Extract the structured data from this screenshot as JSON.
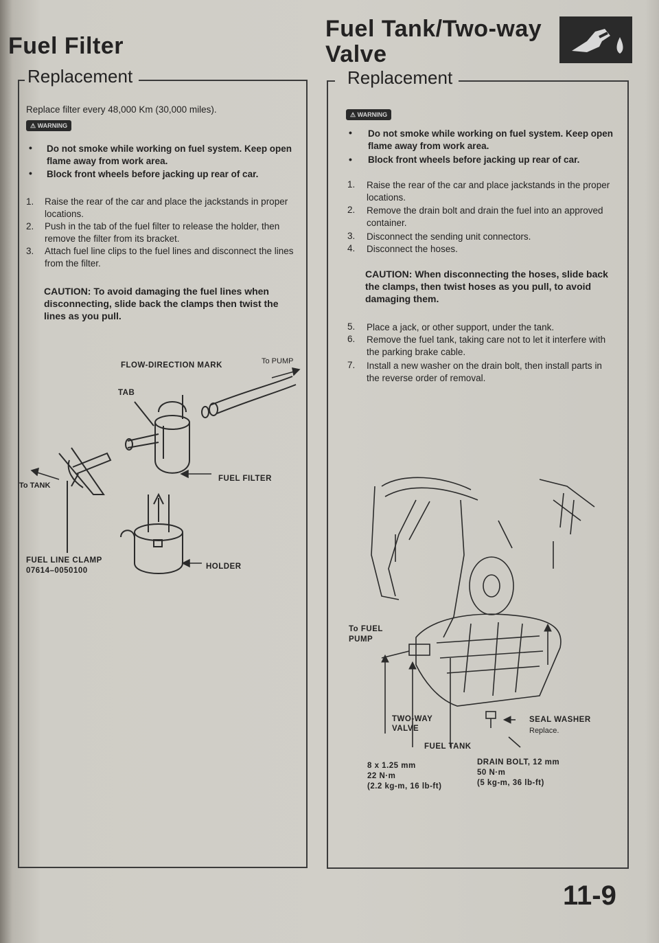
{
  "page_number": "11-9",
  "left": {
    "title": "Fuel Filter",
    "heading": "Replacement",
    "interval": "Replace filter every 48,000 Km (30,000 miles).",
    "warning_label": "WARNING",
    "warnings": [
      "Do not smoke while working on fuel system. Keep open flame away from work area.",
      "Block front wheels before jacking up rear of car."
    ],
    "steps": [
      {
        "n": "1.",
        "text": "Raise the rear of the car and place the jackstands in proper locations."
      },
      {
        "n": "2.",
        "text": "Push in the tab of the fuel filter to release the holder, then remove the filter from its bracket."
      },
      {
        "n": "3.",
        "text": "Attach fuel line clips to the fuel lines and disconnect the lines from the filter."
      }
    ],
    "caution": "CAUTION: To avoid damaging the fuel lines when disconnecting, slide back the clamps then twist the lines as you pull.",
    "diagram": {
      "flow_mark": "FLOW-DIRECTION MARK",
      "to_pump": "To PUMP",
      "tab": "TAB",
      "fuel_filter": "FUEL FILTER",
      "to_tank": "To TANK",
      "clamp": "FUEL LINE CLAMP",
      "clamp_part": "07614–0050100",
      "holder": "HOLDER"
    }
  },
  "right": {
    "title_line1": "Fuel Tank/Two-way",
    "title_line2": "Valve",
    "heading": "Replacement",
    "warning_label": "WARNING",
    "warnings": [
      "Do not smoke while working on fuel system. Keep open flame away from work area.",
      "Block front wheels before jacking up rear of car."
    ],
    "steps": [
      {
        "n": "1.",
        "text": "Raise the rear of the car and place jackstands in the proper locations."
      },
      {
        "n": "2.",
        "text": "Remove the drain bolt and drain the fuel into an approved container."
      },
      {
        "n": "3.",
        "text": "Disconnect the sending unit connectors."
      },
      {
        "n": "4.",
        "text": "Disconnect the hoses."
      },
      {
        "n": "5.",
        "text": "Place a jack, or other support, under the tank."
      },
      {
        "n": "6.",
        "text": "Remove the fuel tank, taking care not to let it interfere with the parking brake cable."
      },
      {
        "n": "7.",
        "text": "Install a new washer on the drain bolt, then install parts in the reverse order of removal."
      }
    ],
    "caution": "CAUTION: When disconnecting the hoses, slide back the clamps, then twist hoses as you pull, to avoid damaging them.",
    "diagram": {
      "to_fuel": "To FUEL",
      "pump": "PUMP",
      "two_way": "TWO-WAY",
      "valve": "VALVE",
      "seal_washer": "SEAL WASHER",
      "replace": "Replace.",
      "fuel_tank": "FUEL TANK",
      "drain_bolt": "DRAIN BOLT, 12 mm",
      "drain_nm": "50 N·m",
      "drain_kgm": "(5 kg-m, 36 lb-ft)",
      "bolt_size": "8 x 1.25 mm",
      "bolt_nm": "22 N·m",
      "bolt_kgm": "(2.2 kg-m, 16 lb-ft)"
    }
  }
}
